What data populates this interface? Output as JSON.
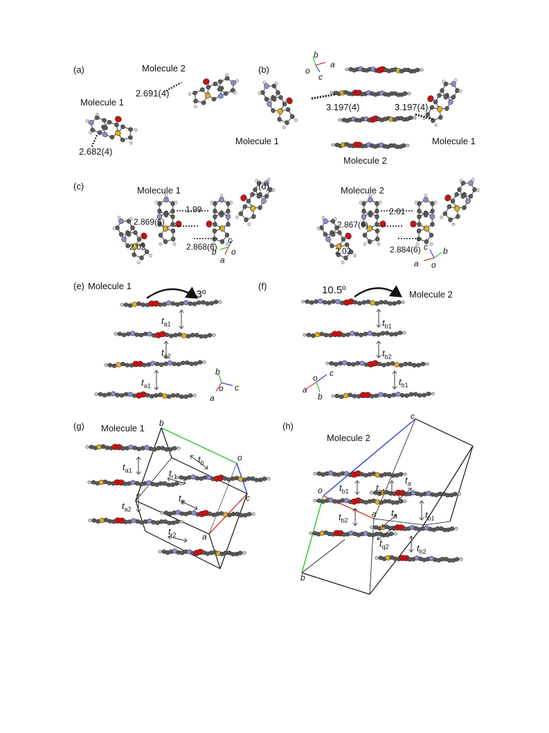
{
  "panels": {
    "a": {
      "letter": "(a)",
      "mol1": "Molecule 1",
      "mol2": "Molecule 2",
      "d1": "2.691(4)",
      "d2": "2.682(4)"
    },
    "b": {
      "letter": "(b)",
      "mol1_left": "Molecule 1",
      "mol2": "Molecule 2",
      "mol1_right": "Molecule 1",
      "d1": "3.197(4)",
      "d2": "3.197(4)",
      "axes": [
        "b",
        "a",
        "o",
        "c"
      ]
    },
    "c": {
      "letter": "(c)",
      "title": "Molecule 1",
      "values": [
        "1.99",
        "2.869(6)",
        "2.02",
        "2.868(6)"
      ],
      "axes": [
        "c",
        "b",
        "o",
        "a"
      ]
    },
    "d": {
      "letter": "(d)",
      "title": "Molecule 2",
      "values": [
        "2.01",
        "2.867(6)",
        "2.02",
        "2.884(6)"
      ],
      "axes": [
        "c",
        "b",
        "a",
        "o"
      ]
    },
    "e": {
      "letter": "(e)",
      "title": "Molecule 1",
      "angle": "9.3º",
      "t1": "t",
      "t1sub": "a1",
      "t2": "t",
      "t2sub": "a2",
      "t3": "t",
      "t3sub": "a1",
      "axes": [
        "b",
        "o",
        "c",
        "a"
      ]
    },
    "f": {
      "letter": "(f)",
      "title": "Molecule 2",
      "angle": "10.5º",
      "t1": "t",
      "t1sub": "b1",
      "t2": "t",
      "t2sub": "b2",
      "t3": "t",
      "t3sub": "b1",
      "axes": [
        "o",
        "c",
        "a",
        "b"
      ]
    },
    "g": {
      "letter": "(g)",
      "title": "Molecule 1",
      "axes": [
        "b",
        "o",
        "c",
        "a"
      ],
      "ta1": "a1",
      "ta2": "a2",
      "tb1": "b",
      "tr1": "r1",
      "tb2": "b",
      "tr2": "r2"
    },
    "h": {
      "letter": "(h)",
      "title": "Molecule 2",
      "axes": [
        "c",
        "o",
        "a",
        "b"
      ],
      "tb1": "b1",
      "tq1": "q1",
      "ta1": "a",
      "ta2": "a",
      "tb2l": "b2",
      "tb1r": "b1",
      "tq2": "q2",
      "tb2r": "b2"
    }
  },
  "colors": {
    "carbon": "#5a5a5a",
    "oxygen": "#cc1010",
    "nitrogen": "#8e8ed6",
    "sulfur": "#e0b020",
    "hydrogen": "#d8d8d8",
    "axis_a": "#e03030",
    "axis_b": "#30c030",
    "axis_c": "#3040d0"
  }
}
